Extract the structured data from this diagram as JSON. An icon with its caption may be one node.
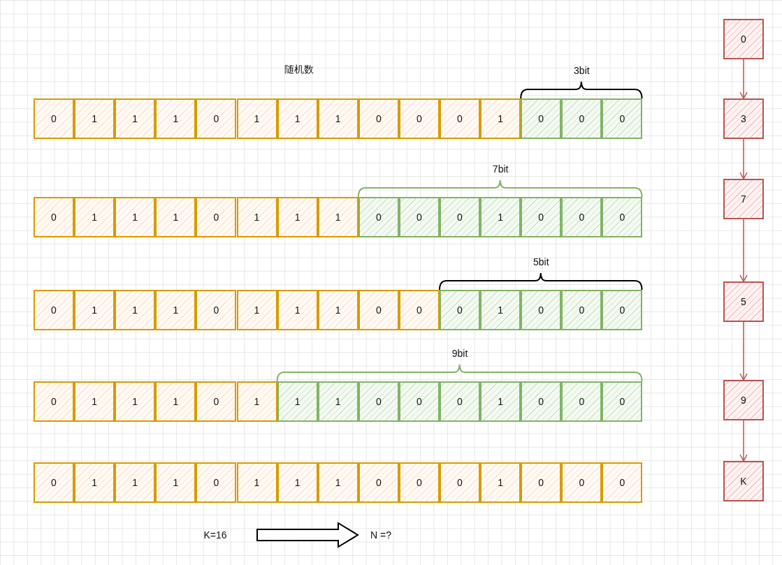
{
  "diagram": {
    "nodes": [
      {
        "text": [
          "0"
        ]
      },
      {
        "text": [
          "1"
        ]
      },
      {
        "text": [
          "1"
        ]
      },
      {
        "text": [
          "1"
        ]
      },
      {
        "text": [
          "0"
        ]
      },
      {
        "text": [
          "1"
        ]
      },
      {
        "text": [
          "1"
        ]
      },
      {
        "text": [
          "1"
        ]
      },
      {
        "text": [
          "0"
        ]
      },
      {
        "text": [
          "0"
        ]
      },
      {
        "text": [
          "0"
        ]
      },
      {
        "text": [
          "1"
        ]
      },
      {
        "text": [
          "0"
        ]
      },
      {
        "text": [
          "0"
        ]
      },
      {
        "text": [
          "0"
        ]
      },
      {
        "text": [
          "0"
        ]
      },
      {
        "text": [
          "1"
        ]
      },
      {
        "text": [
          "1"
        ]
      },
      {
        "text": [
          "1"
        ]
      },
      {
        "text": [
          "0"
        ]
      },
      {
        "text": [
          "1"
        ]
      },
      {
        "text": [
          "1"
        ]
      },
      {
        "text": [
          "1"
        ]
      },
      {
        "text": [
          "0"
        ]
      },
      {
        "text": [
          "0"
        ]
      },
      {
        "text": [
          "0"
        ]
      },
      {
        "text": [
          "1"
        ]
      },
      {
        "text": [
          "0"
        ]
      },
      {
        "text": [
          "0"
        ]
      },
      {
        "text": [
          "0"
        ]
      },
      {
        "text": [
          "0"
        ]
      },
      {
        "text": [
          "1"
        ]
      },
      {
        "text": [
          "1"
        ]
      },
      {
        "text": [
          "1"
        ]
      },
      {
        "text": [
          "0"
        ]
      },
      {
        "text": [
          "1"
        ]
      },
      {
        "text": [
          "1"
        ]
      },
      {
        "text": [
          "1"
        ]
      },
      {
        "text": [
          "0"
        ]
      },
      {
        "text": [
          "0"
        ]
      },
      {
        "text": [
          "0"
        ]
      },
      {
        "text": [
          "1"
        ]
      },
      {
        "text": [
          "0"
        ]
      },
      {
        "text": [
          "0"
        ]
      },
      {
        "text": [
          "0"
        ]
      },
      {
        "text": [
          "0"
        ]
      },
      {
        "text": [
          "1"
        ]
      },
      {
        "text": [
          "1"
        ]
      },
      {
        "text": [
          "1"
        ]
      },
      {
        "text": [
          "0"
        ]
      },
      {
        "text": [
          "1"
        ]
      },
      {
        "text": [
          "1"
        ]
      },
      {
        "text": [
          "1"
        ]
      },
      {
        "text": [
          "0"
        ]
      },
      {
        "text": [
          "0"
        ]
      },
      {
        "text": [
          "0"
        ]
      },
      {
        "text": [
          "1"
        ]
      },
      {
        "text": [
          "0"
        ]
      },
      {
        "text": [
          "0"
        ]
      },
      {
        "text": [
          "0"
        ]
      },
      {
        "text": [
          "0"
        ]
      },
      {
        "text": [
          "1"
        ]
      },
      {
        "text": [
          "1"
        ]
      },
      {
        "text": [
          "1"
        ]
      },
      {
        "text": [
          "0"
        ]
      },
      {
        "text": [
          "1"
        ]
      },
      {
        "text": [
          "1"
        ]
      },
      {
        "text": [
          "1"
        ]
      },
      {
        "text": [
          "0"
        ]
      },
      {
        "text": [
          "0"
        ]
      },
      {
        "text": [
          "0"
        ]
      },
      {
        "text": [
          "1"
        ]
      },
      {
        "text": [
          "0"
        ]
      },
      {
        "text": [
          "0"
        ]
      },
      {
        "text": [
          "0"
        ]
      },
      {
        "text": [
          "0"
        ]
      },
      {
        "text": [
          "3"
        ]
      },
      {
        "text": [
          "7"
        ]
      },
      {
        "text": [
          "5"
        ]
      },
      {
        "text": [
          "9"
        ]
      },
      {
        "text": [
          "K"
        ]
      },
      {
        "text": [
          "K=16"
        ]
      },
      {
        "text": [
          "N =?"
        ]
      }
    ],
    "edges": [
      {
        "from": 75,
        "to": 76,
        "arrow": "to"
      },
      {
        "from": 76,
        "to": 77,
        "arrow": "to"
      },
      {
        "from": 77,
        "to": 78,
        "arrow": "to"
      },
      {
        "from": 78,
        "to": 79,
        "arrow": "to"
      },
      {
        "from": 79,
        "to": 80,
        "arrow": "to"
      },
      {
        "from": 81,
        "to": 82,
        "arrow": "to",
        "style": "thick"
      }
    ],
    "labels": [
      "随机数",
      "3bit",
      "7bit",
      "5bit",
      "9bit"
    ]
  }
}
